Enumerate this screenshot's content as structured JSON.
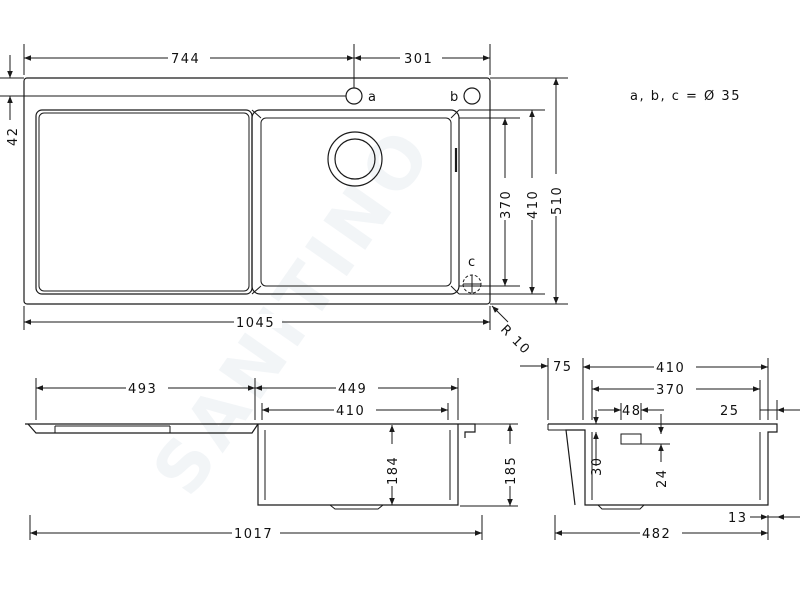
{
  "watermark": "SANITINO",
  "note": "a, b, c = Ø 35",
  "top_view": {
    "dims": {
      "w744": "744",
      "w301": "301",
      "w1045": "1045",
      "h42": "42",
      "h370": "370",
      "h410": "410",
      "h510": "510",
      "radius": "R 10"
    },
    "labels": {
      "a": "a",
      "b": "b",
      "c": "c"
    }
  },
  "front_view": {
    "dims": {
      "w493": "493",
      "w449": "449",
      "w410": "410",
      "w1017": "1017",
      "h184": "184",
      "h185": "185"
    }
  },
  "side_view": {
    "dims": {
      "w75": "75",
      "w410": "410",
      "w370": "370",
      "w48": "48",
      "w25": "25",
      "w482": "482",
      "h30": "30",
      "h24": "24",
      "h13": "13"
    }
  }
}
